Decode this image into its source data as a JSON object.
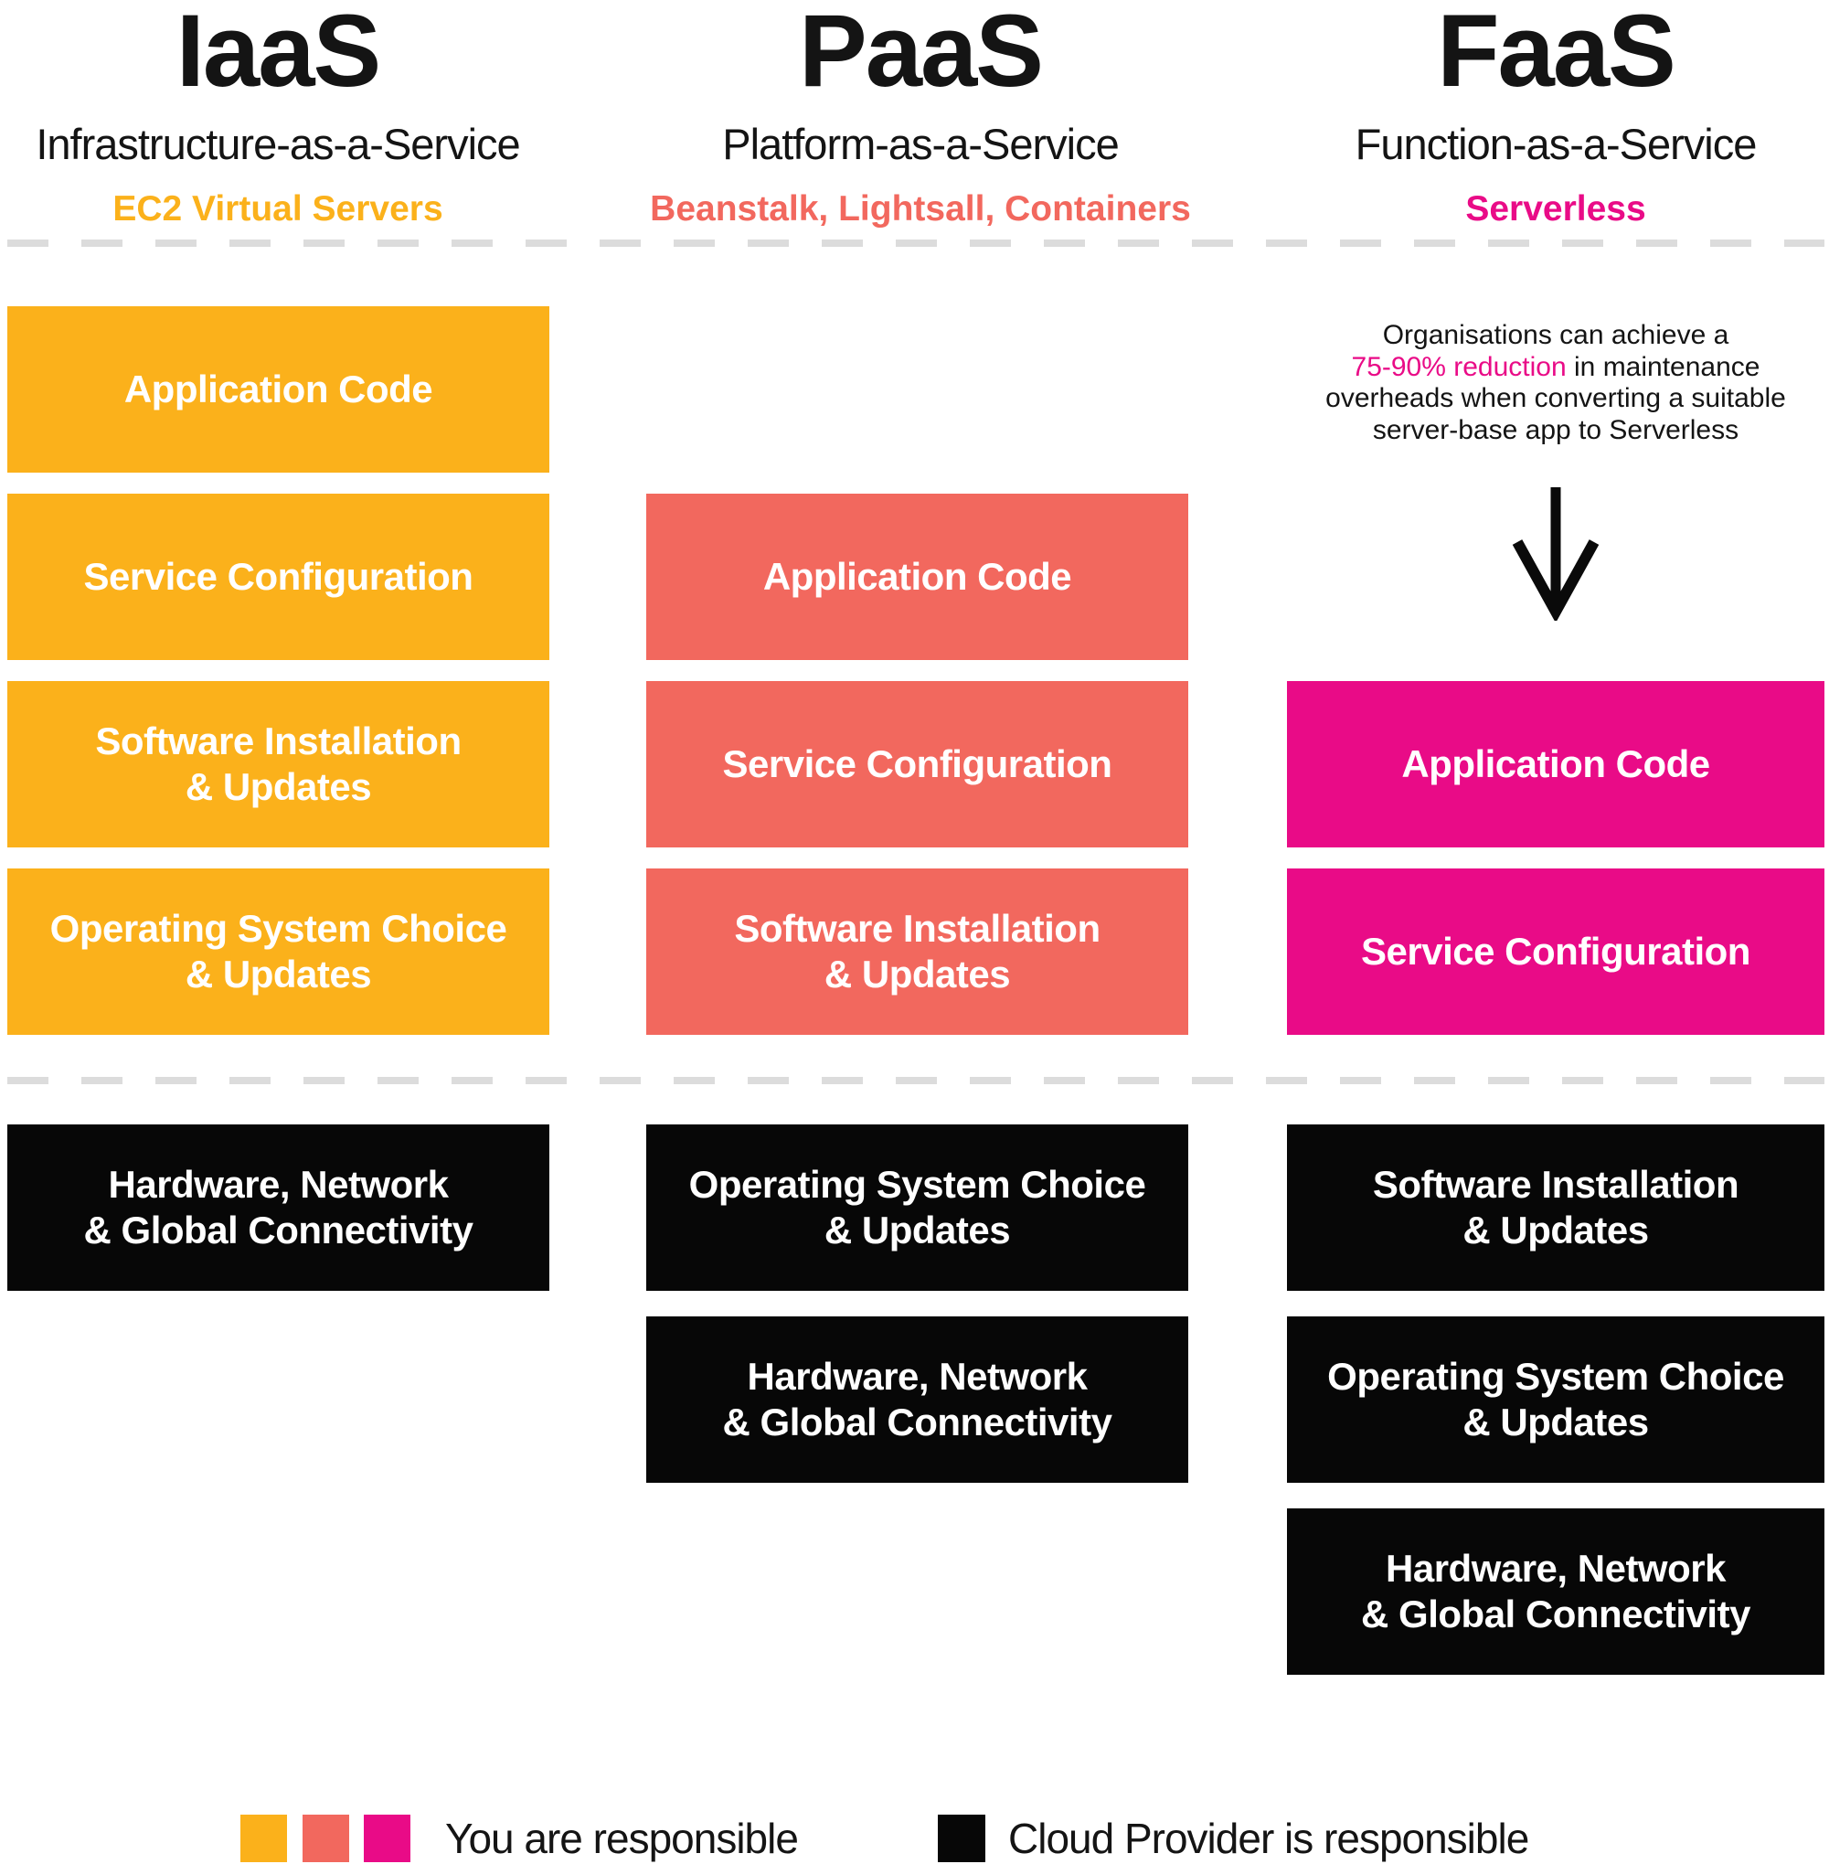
{
  "colors": {
    "iaas_accent": "#FBB11B",
    "paas_accent": "#F2685E",
    "faas_accent": "#E90B87",
    "provider": "#070707",
    "dash": "#DCDCDC",
    "heading": "#141414",
    "box_text": "#FFFFFF"
  },
  "columns": [
    {
      "title": "IaaS",
      "subtitle": "Infrastructure-as-a-Service",
      "tagline": "EC2 Virtual Servers",
      "accent": "#FBB11B",
      "you_boxes": [
        "Application Code",
        "Service Configuration",
        "Software Installation\n& Updates",
        "Operating System Choice\n& Updates"
      ],
      "provider_boxes": [
        "Hardware, Network\n& Global Connectivity"
      ]
    },
    {
      "title": "PaaS",
      "subtitle": "Platform-as-a-Service",
      "tagline": "Beanstalk, Lightsall, Containers",
      "accent": "#F2685E",
      "you_boxes": [
        "Application Code",
        "Service Configuration",
        "Software Installation\n& Updates"
      ],
      "provider_boxes": [
        "Operating System Choice\n& Updates",
        "Hardware, Network\n& Global Connectivity"
      ]
    },
    {
      "title": "FaaS",
      "subtitle": "Function-as-a-Service",
      "tagline": "Serverless",
      "accent": "#E90B87",
      "you_boxes": [
        "Application Code",
        "Service Configuration"
      ],
      "provider_boxes": [
        "Software Installation\n& Updates",
        "Operating System Choice\n& Updates",
        "Hardware, Network\n& Global Connectivity"
      ]
    }
  ],
  "annotation": {
    "line1": "Organisations can achieve a",
    "line2_highlight": "75-90% reduction",
    "line2_rest": " in maintenance",
    "line3": "overheads when converting a suitable",
    "line4": "server-base app to Serverless"
  },
  "legend": {
    "you_label": "You are responsible",
    "provider_label": "Cloud Provider is responsible"
  }
}
